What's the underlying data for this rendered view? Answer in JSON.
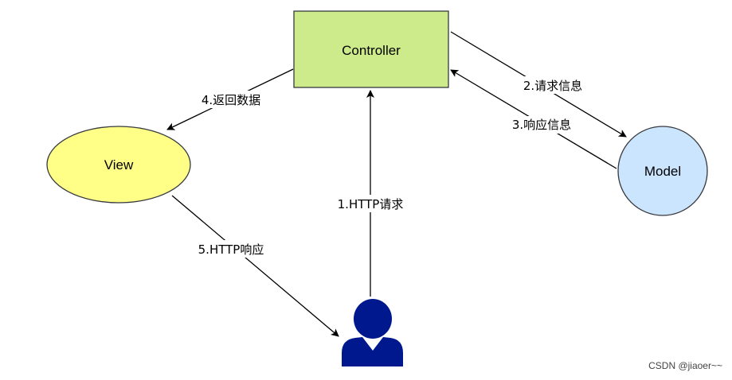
{
  "nodes": {
    "controller": {
      "label": "Controller",
      "fill": "#cdeb8b",
      "stroke": "#36393d"
    },
    "view": {
      "label": "View",
      "fill": "#ffff88",
      "stroke": "#36393d"
    },
    "model": {
      "label": "Model",
      "fill": "#cce5ff",
      "stroke": "#36393d"
    },
    "user": {
      "icon": "user-icon",
      "fill": "#00188d"
    }
  },
  "edges": {
    "http_request": "1.HTTP请求",
    "request_info": "2.请求信息",
    "response_info": "3.响应信息",
    "return_data": "4.返回数据",
    "http_response": "5.HTTP响应"
  },
  "watermark": "CSDN @jiaoer~~"
}
